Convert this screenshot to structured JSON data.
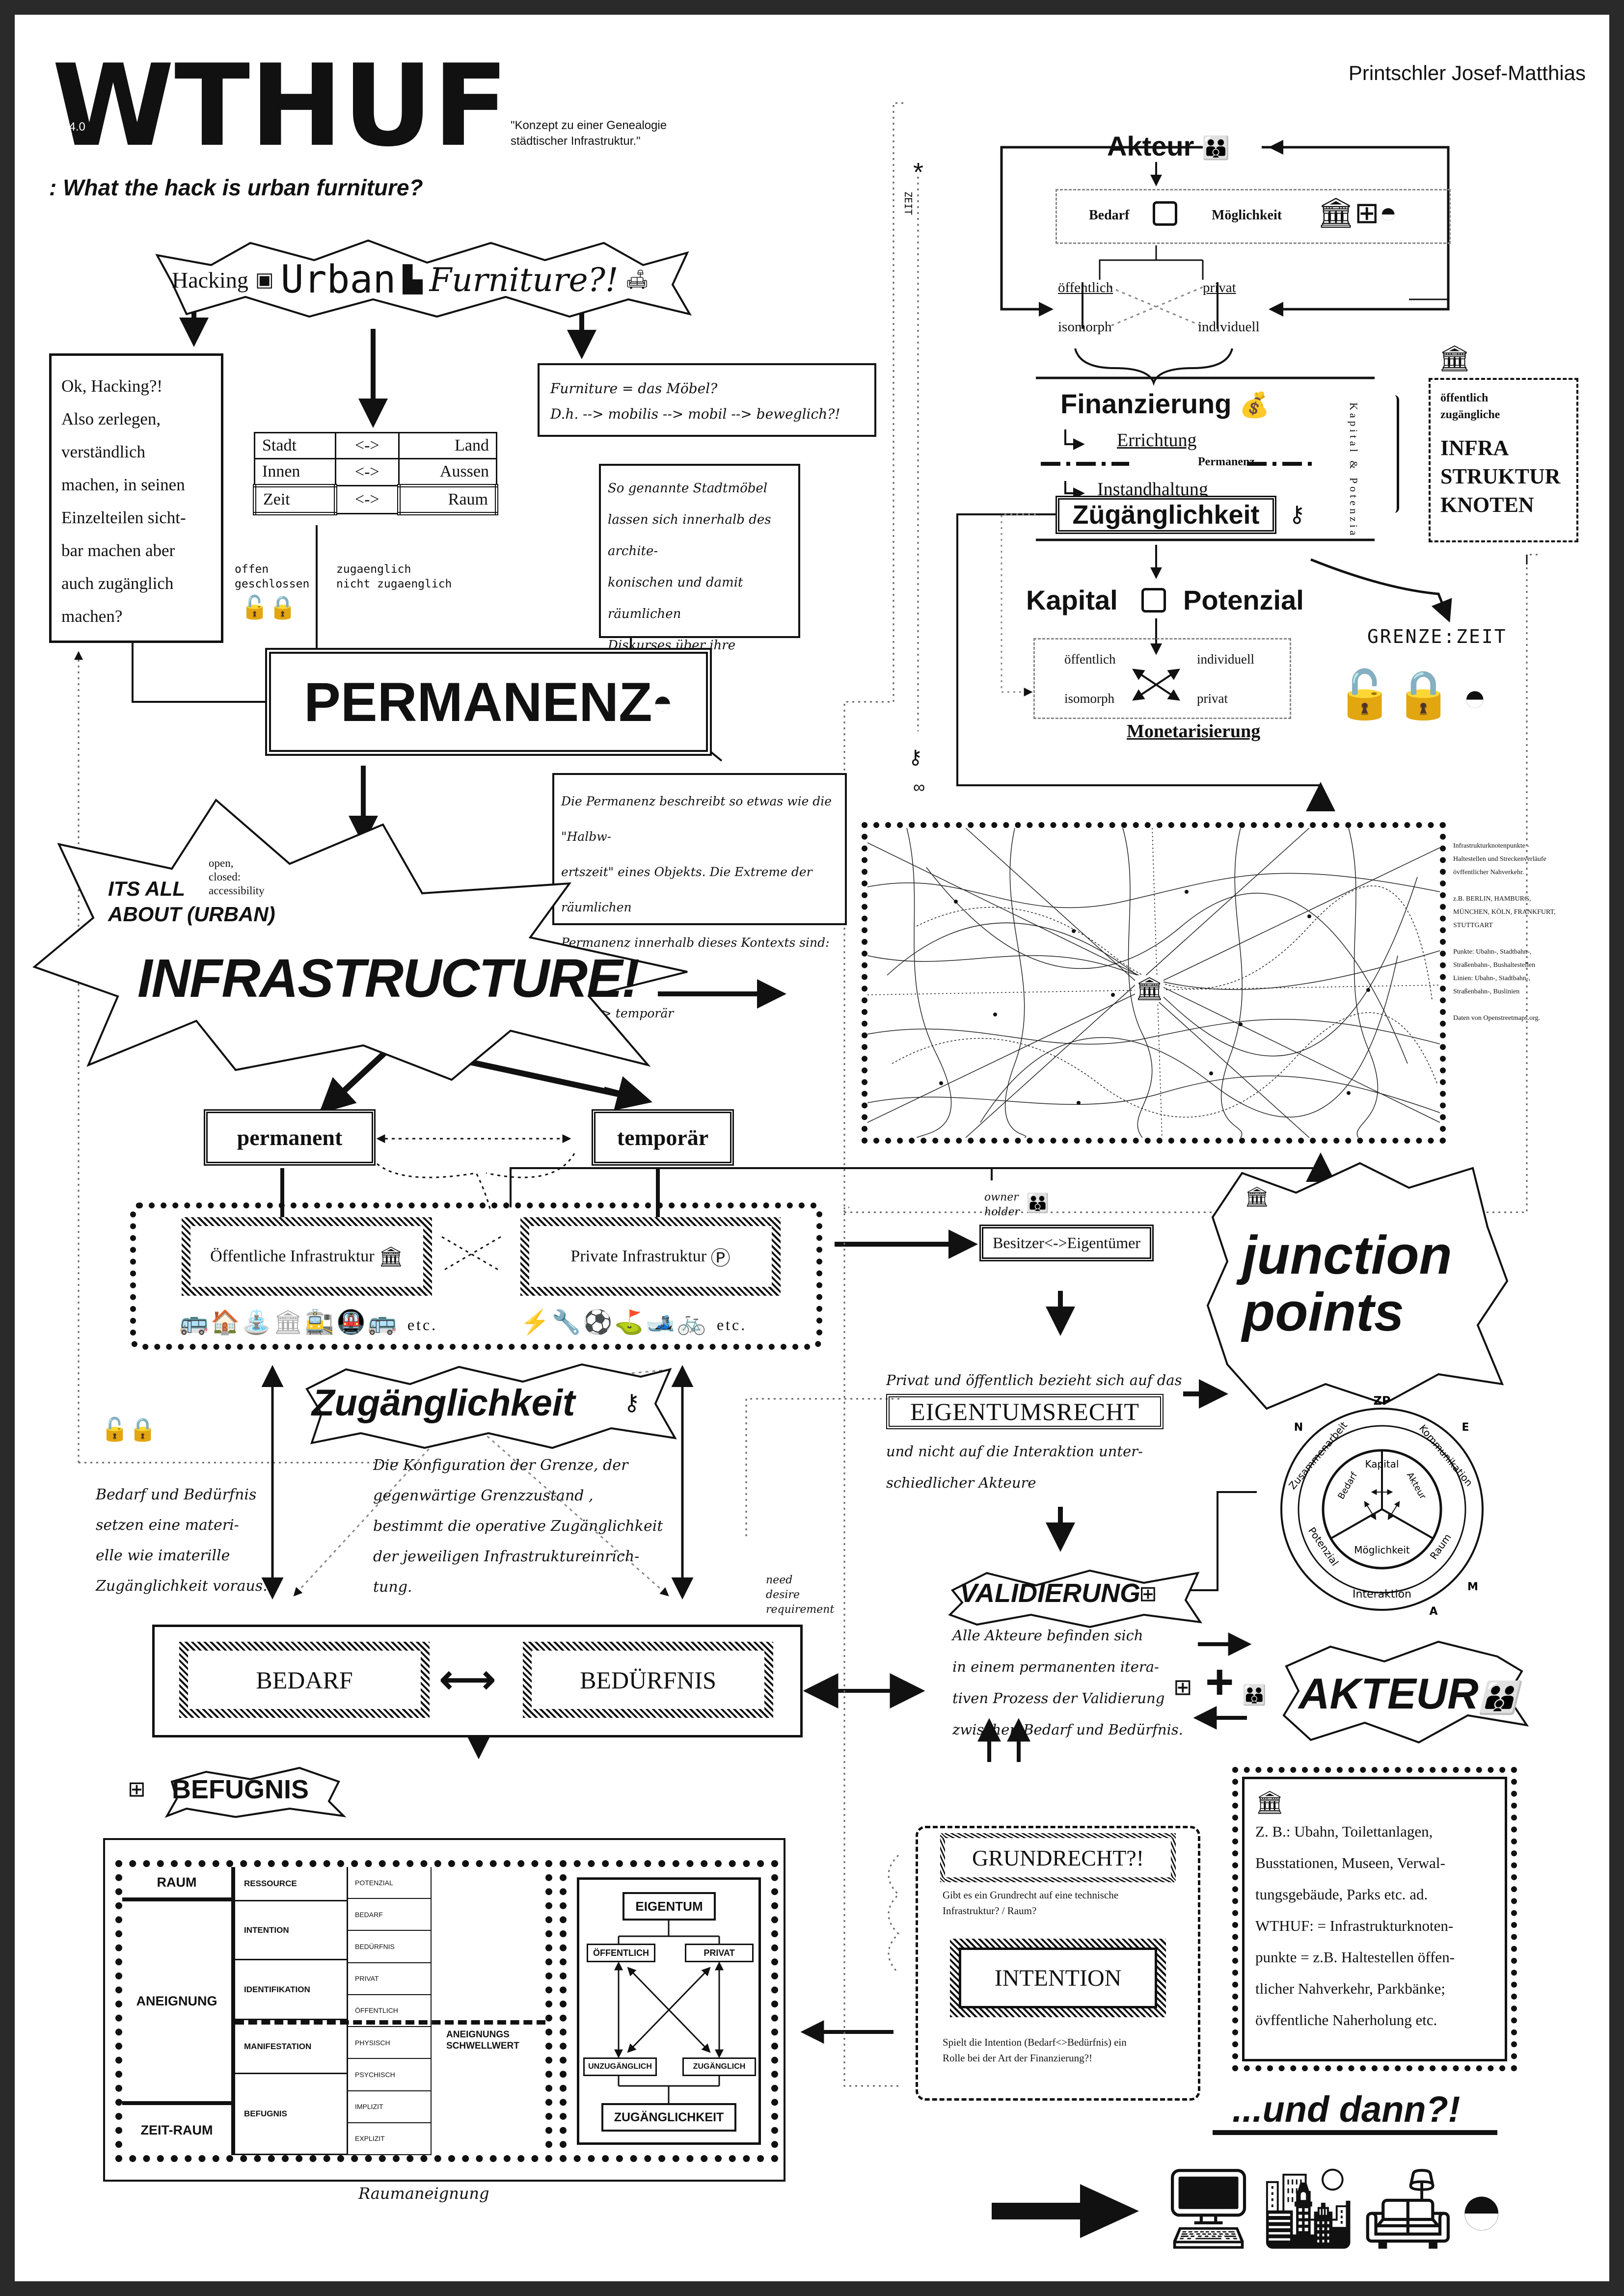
{
  "header": {
    "logo": "WTHUF",
    "version": "V.4.0",
    "tagline": "\"Konzept zu einer Genealogie\nstädtischer Infrastruktur.\"",
    "subtitle": ": What the hack is urban furniture?",
    "author": "Printschler Josef-Matthias"
  },
  "title_burst": {
    "hacking": "Hacking",
    "urban": "Urban",
    "furniture": "Furniture?!"
  },
  "left_text": "Ok, Hacking?!\nAlso zerlegen,\nverständlich\nmachen, in seinen\nEinzelteilen sicht-\nbar machen aber\nauch zugänglich\n  machen?",
  "pairs": [
    [
      "Stadt",
      "<->",
      "Land"
    ],
    [
      "Innen",
      "<->",
      "Aussen"
    ],
    [
      "Zeit",
      "<->",
      "Raum"
    ]
  ],
  "lock_labels": "offen\ngeschlossen",
  "access_labels": "zugaenglich\nnicht zugaenglich",
  "furniture_note": "Furniture = das Möbel?\nD.h. --> mobilis --> mobil --> beweglich?!",
  "stadtmoebel_note": "So genannte Stadtmöbel\nlassen sich innerhalb des archite-\nkonischen und damit räumlichen\nDiskurses über ihre Permanenz\nklassifizieren.",
  "permanenz": "PERMANENZ",
  "permanenz_note": "Die Permanenz beschreibt so etwas wie die \"Halbw-\nertszeit\" eines Objekts. Die Extreme der räumlichen\nPermanenz innerhalb dieses Kontexts sind: perma-\nnent --> temporär",
  "infra_burst": {
    "line1": "ITS ALL\nABOUT (URBAN)",
    "small": "open,\nclosed:\naccessibility",
    "big": "INFRASTRUCTURE!"
  },
  "permanent": "permanent",
  "temporaer": "temporär",
  "oeff_infra": "Öffentliche Infrastruktur",
  "priv_infra": "Private Infrastruktur",
  "etc": "etc.",
  "zugaenglichkeit_burst": "Zugänglichkeit",
  "bedarf_note": "Bedarf und Bedürfnis\nsetzen eine materi-\nelle wie imaterille\nZugänglichkeit voraus.",
  "grenze_note": "Die Konfiguration der Grenze, der\ngegenwärtige Grenzzustand ,\nbestimmt die operative Zugänglichkeit\nder jeweiligen Infrastruktureinrich-\ntung.",
  "need_labels": "need\ndesire\nrequirement",
  "bedarf": "BEDARF",
  "beduerfnis": "BEDÜRFNIS",
  "befugnis": "BEFUGNIS",
  "raum_table": {
    "left": [
      "RAUM",
      "ANEIGNUNG",
      "ZEIT-RAUM"
    ],
    "mid": [
      "RESSOURCE",
      "INTENTION",
      "IDENTIFIKATION",
      "MANIFESTATION",
      "BEFUGNIS"
    ],
    "right": [
      "POTENZIAL",
      "BEDARF",
      "BEDÜRFNIS",
      "PRIVAT",
      "ÖFFENTLICH",
      "PHYSISCH",
      "PSYCHISCH",
      "IMPLIZIT",
      "EXPLIZIT"
    ],
    "threshold": "ANEIGNUNGS\nSCHWELLWERT"
  },
  "eigentum_diagram": {
    "top": "EIGENTUM",
    "oeff": "ÖFFENTLICH",
    "priv": "PRIVAT",
    "unz": "UNZUGÄNGLICH",
    "zug": "ZUGÄNGLICH",
    "bottom": "ZUGÄNGLICHKEIT"
  },
  "raumaneignung": "Raumaneignung",
  "top_right": {
    "side_label": "ZEIT",
    "akteur": "Akteur",
    "bedarf": "Bedarf",
    "moeglichkeit": "Möglichkeit",
    "oeffentlich": "öffentlich",
    "privat": "privat",
    "isomorph": "isomorph",
    "individuell": "individuell",
    "finanzierung": "Finanzierung",
    "errichtung": "Errichtung",
    "permanenz": "Permanenz",
    "instandhaltung": "Instandhaltung",
    "kapital_potenzial": "Kapital & Potenzial",
    "zugaenglichkeit": "Zügänglichkeit",
    "kapital": "Kapital",
    "potenzial": "Potenzial",
    "monetarisierung": "Monetarisierung",
    "grenzezeit": "GRENZE:ZEIT",
    "knoten_small": "öffentlich\nzugängliche",
    "knoten_big": "INFRA\nSTRUKTUR\nKNOTEN"
  },
  "map_note": "Infrastrukturknotenpunkte -\nHaltestellen und Streckenverläufe\növffentlicher Nahverkehr.\n\nz.B. BERLIN, HAMBURG,\nMÜNCHEN, KÖLN, FRANKFURT,\nSTUTTGART\n\nPunkte: Ubahn-, Stadtbahn-,\nStraßenbahn-, Bushaltestellen\nLinien: Ubahn-, Stadtbahn-,\nStraßenbahn-, Buslinien\n\nDaten von Openstreetmaps.org.",
  "owner_holder": "owner\nholder",
  "besitzer": "Besitzer<->Eigentümer",
  "junction": "junction\npoints",
  "eigentumsrecht_pre": "Privat und öffentlich bezieht sich auf das",
  "eigentumsrecht": "EIGENTUMSRECHT",
  "eigentumsrecht_post": "und nicht auf die Interaktion unter-\nschiedlicher Akteure",
  "circle": {
    "zp": "ZP",
    "e": "E",
    "n": "N",
    "m": "M",
    "a": "A",
    "kapital": "Kapital",
    "bedarf": "Bedarf",
    "akteur": "Akteur",
    "moeglichkeit": "Möglichkeit",
    "potenzial": "Potenzial",
    "raum": "Raum",
    "interaktion": "Interaktion",
    "kommunikation": "Kommunikation",
    "zusammenarbeit": "Zusammenarbeit"
  },
  "validierung": "VALIDIERUNG",
  "validierung_note": "Alle Akteure befinden sich\nin einem permanenten itera-\ntiven Prozess der Validierung\nzwischen Bedarf und Bedürfnis.",
  "akteur_big": "AKTEUR",
  "grundrecht": "GRUNDRECHT?!",
  "grundrecht_note": "Gibt es ein Grundrecht auf eine technische\nInfrastruktur? / Raum?",
  "intention": "INTENTION",
  "intention_note": "Spielt die Intention (Bedarf<>Bedürfnis) ein\nRolle bei der Art der Finanzierung?!",
  "examples": "Z. B.: Ubahn, Toilettanlagen,\nBusstationen, Museen, Verwal-\ntungsgebäude, Parks etc. ad.\nWTHUF: = Infrastrukturknoten-\npunkte = z.B. Haltestellen öffen-\ntlicher Nahverkehr, Parkbänke;\növffentliche Naherholung etc.",
  "und_dann": "...und dann?!"
}
